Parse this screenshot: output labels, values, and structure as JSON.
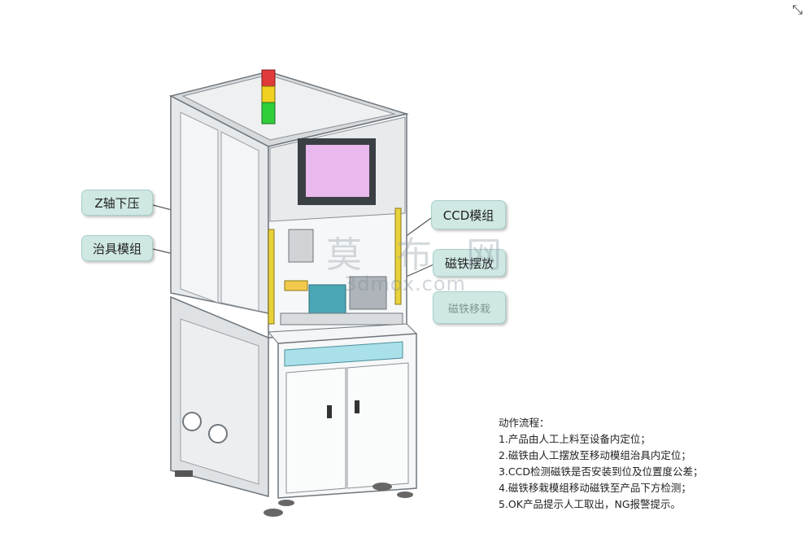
{
  "callouts": {
    "z_axis": "Z轴下压",
    "jig": "治具模组",
    "ccd": "CCD模组",
    "magnet_place": "磁铁摆放",
    "magnet_move_blurred": "磁铁移栽"
  },
  "steps": {
    "title": "动作流程：",
    "items": [
      "1.产品由人工上料至设备内定位；",
      "2.磁铁由人工摆放至移动模组治具内定位；",
      "3.CCD检测磁铁是否安装到位及位置度公差；",
      "4.磁铁移栽模组移动磁铁至产品下方检测；",
      "5.OK产品提示人工取出，NG报警提示。"
    ]
  },
  "watermark": {
    "logo": "莫 布 网",
    "text": "3dmox.com"
  },
  "colors": {
    "callout_bg": "#cfe8e4",
    "frame": "#b9bec4",
    "screen": "#e9b8ec",
    "drawer_strip": "#a9e0ea",
    "light_curtain": "#e8d23a"
  },
  "icons": {
    "corner": "expand-icon",
    "signal_tower": "signal-tower-icon"
  }
}
